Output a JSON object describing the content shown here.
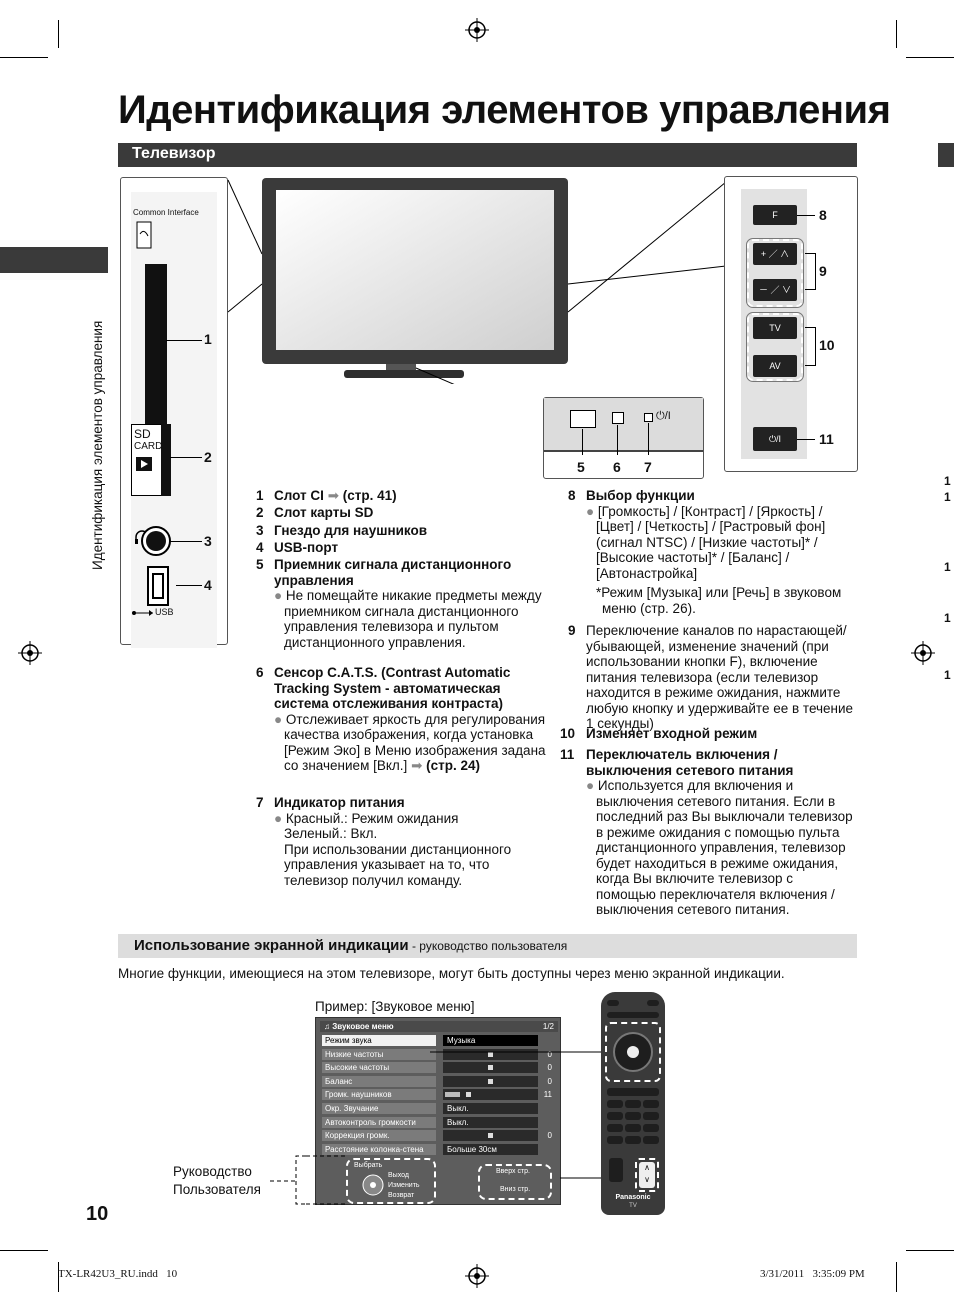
{
  "page": {
    "title": "Идентификация элементов управления",
    "section_tv": "Телевизор",
    "side_label": "Идентификация элементов управления",
    "page_number": "10",
    "footer_file": "TX-LR42U3_RU.indd   10",
    "footer_date": "3/31/2011   3:35:09 PM",
    "right_margin_numbers": [
      "1",
      "1",
      "1",
      "1",
      "1"
    ]
  },
  "left_panel": {
    "common_interface": "Common Interface",
    "sd": "SD",
    "card": "CARD",
    "usb": "USB",
    "callouts": [
      "1",
      "2",
      "3",
      "4"
    ]
  },
  "bottom_panel": {
    "callouts": [
      "5",
      "6",
      "7"
    ],
    "power_symbol": "⏻/I"
  },
  "right_panel": {
    "buttons": [
      "F",
      "+ ／ ∧",
      "－ ／ ∨",
      "TV",
      "AV",
      "⏻/I"
    ],
    "callouts": [
      "8",
      "9",
      "10",
      "11"
    ]
  },
  "items_left": [
    {
      "n": "1",
      "title": "Слот CI",
      "ref": "(стр. 41)"
    },
    {
      "n": "2",
      "title": "Слот карты SD"
    },
    {
      "n": "3",
      "title": "Гнездо для наушников"
    },
    {
      "n": "4",
      "title": "USB-порт"
    },
    {
      "n": "5",
      "title": "Приемник сигнала дистанционного управления",
      "note": "Не помещайте никакие предметы между приемником сигнала дистанционного управления телевизора и пультом дистанционного управления."
    },
    {
      "n": "6",
      "title": "Сенсор C.A.T.S. (Contrast Automatic Tracking System - автоматическая система отслеживания контраста)",
      "note": "Отслеживает яркость для регулирования качества изображения, когда установка [Режим Эко] в Меню изображения задана со значением [Вкл.]",
      "ref": "(стр. 24)"
    },
    {
      "n": "7",
      "title": "Индикатор питания",
      "note": "Красный.: Режим ожидания",
      "note2": "Зеленый.: Вкл.",
      "note3": "При использовании дистанционного управления указывает на то, что телевизор получил команду."
    }
  ],
  "items_right": [
    {
      "n": "8",
      "title": "Выбор функции",
      "note": "[Громкость] / [Контраст] / [Яркость] / [Цвет] / [Четкость] / [Растровый фон] (сигнал NTSC) / [Низкие частоты]* / [Высокие частоты]* / [Баланс] / [Автонастройка]",
      "star": "*Режим [Музыка] или [Речь] в звуковом меню (стр. 26)."
    },
    {
      "n": "9",
      "text": "Переключение каналов по нарастающей/убывающей, изменение значений (при использовании кнопки F), включение питания телевизора (если телевизор находится в режиме ожидания, нажмите любую кнопку и удерживайте ее в течение 1 секунды)"
    },
    {
      "n": "10",
      "title": "Изменяет входной режим"
    },
    {
      "n": "11",
      "title": "Переключатель включения / выключения сетевого питания",
      "note": "Используется для включения и выключения сетевого питания. Если в последний раз Вы выключали телевизор в режиме ожидания с помощью пульта дистанционного управления, телевизор будет находиться в режиме ожидания, когда Вы включите телевизор с помощью переключателя включения / выключения сетевого питания."
    }
  ],
  "osd": {
    "heading": "Использование экранной индикации",
    "heading_suffix": " - руководство пользователя",
    "intro": "Многие функции, имеющиеся на этом телевизоре, могут быть доступны через меню экранной индикации.",
    "example": "Пример: [Звуковое меню]",
    "guide_label_1": "Руководство",
    "guide_label_2": "Пользователя",
    "menu_title": "Звуковое меню",
    "menu_page": "1/2",
    "rows": [
      {
        "label": "Режим звука",
        "value": "Музыка",
        "num": ""
      },
      {
        "label": "Низкие частоты",
        "value": "",
        "num": "0"
      },
      {
        "label": "Высокие частоты",
        "value": "",
        "num": "0"
      },
      {
        "label": "Баланс",
        "value": "",
        "num": "0"
      },
      {
        "label": "Громк. наушников",
        "value": "",
        "num": "11"
      },
      {
        "label": "Окр. Звучание",
        "value": "Выкл.",
        "num": ""
      },
      {
        "label": "Автоконтроль громкости",
        "value": "Выкл.",
        "num": ""
      },
      {
        "label": "Коррекция громк.",
        "value": "",
        "num": "0"
      },
      {
        "label": "Расстояние колонка-стена",
        "value": "Больше 30см",
        "num": ""
      }
    ],
    "help": {
      "select": "Выбрать",
      "exit": "Выход",
      "change": "Изменить",
      "back": "Возврат",
      "page_up": "Вверх стр.",
      "page_down": "Вниз стр."
    },
    "remote_brand": "Panasonic",
    "remote_tv": "TV"
  }
}
